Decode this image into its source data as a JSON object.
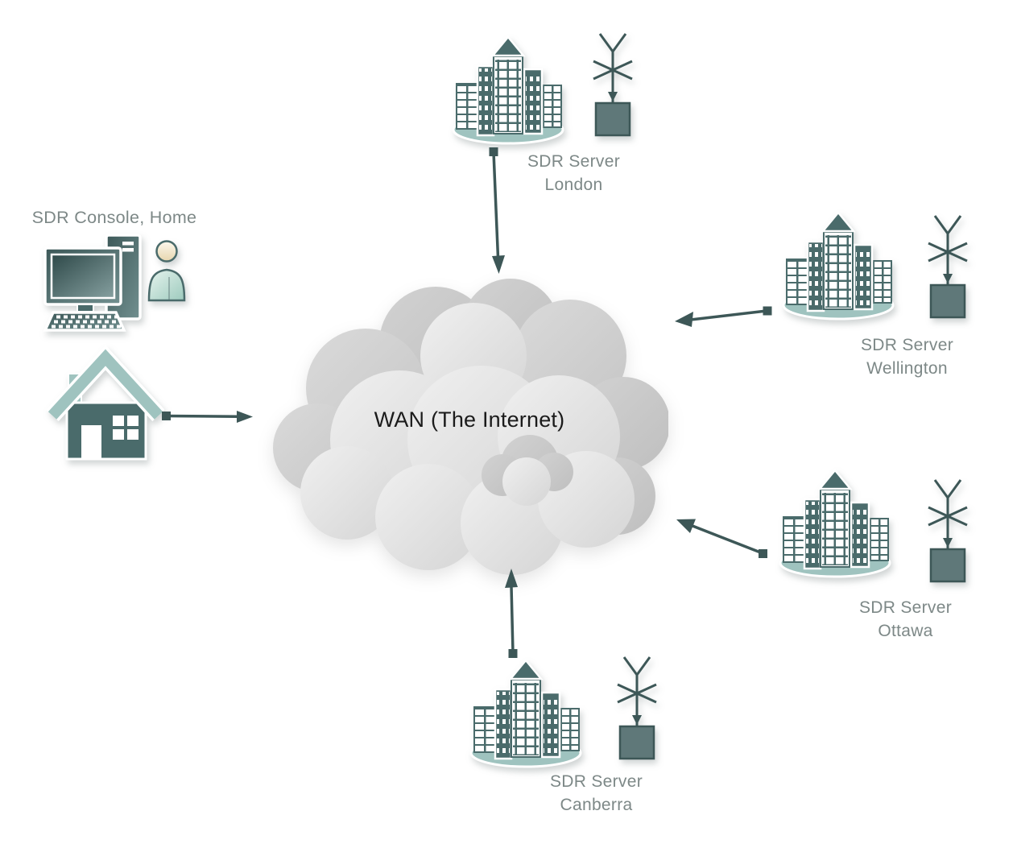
{
  "background": "#ffffff",
  "colors": {
    "teal_dark": "#4a6b6b",
    "teal_mid": "#5f7879",
    "teal_light": "#9fc3bf",
    "mint": "#bfdfd7",
    "cream": "#f3ead6",
    "label_gray": "#7d8887",
    "arrow": "#3d5757",
    "wan_text": "#1b1b1b",
    "cloud_light": "#efefef",
    "cloud_mid": "#d6d6d6",
    "cloud_dark": "#c2c2c2"
  },
  "console": {
    "label": "SDR Console, Home",
    "icons": [
      "computer-icon",
      "person-icon",
      "house-icon"
    ]
  },
  "cloud": {
    "label": "WAN (The Internet)"
  },
  "nodes": [
    {
      "id": "london",
      "label_line1": "SDR Server",
      "label_line2": "London",
      "icons": [
        "city-icon",
        "antenna-icon"
      ]
    },
    {
      "id": "wellington",
      "label_line1": "SDR Server",
      "label_line2": "Wellington",
      "icons": [
        "city-icon",
        "antenna-icon"
      ]
    },
    {
      "id": "ottawa",
      "label_line1": "SDR Server",
      "label_line2": "Ottawa",
      "icons": [
        "city-icon",
        "antenna-icon"
      ]
    },
    {
      "id": "canberra",
      "label_line1": "SDR Server",
      "label_line2": "Canberra",
      "icons": [
        "city-icon",
        "antenna-icon"
      ]
    }
  ],
  "connections": [
    {
      "from": "home",
      "to": "wan",
      "direction": "right"
    },
    {
      "from": "london",
      "to": "wan",
      "direction": "down"
    },
    {
      "from": "wellington",
      "to": "wan",
      "direction": "left"
    },
    {
      "from": "ottawa",
      "to": "wan",
      "direction": "up-left"
    },
    {
      "from": "canberra",
      "to": "wan",
      "direction": "up"
    }
  ]
}
